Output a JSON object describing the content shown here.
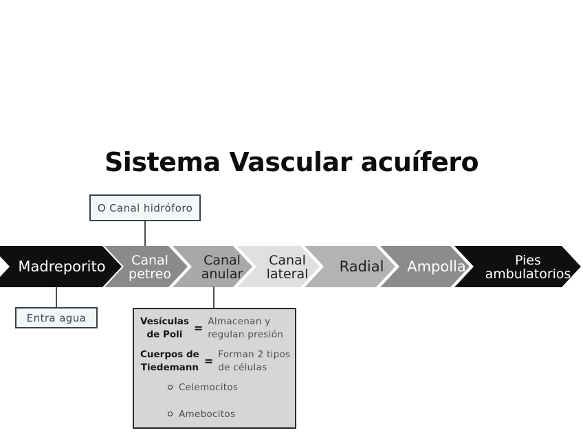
{
  "title": "Sistema Vascular acuífero",
  "callouts": {
    "hidroforo": {
      "label": "O Canal hidróforo"
    },
    "entra_agua": {
      "label": "Entra agua"
    }
  },
  "flow": {
    "steps": [
      {
        "name": "madreporito",
        "lines": [
          "Madreporito"
        ],
        "bg": "#0f0f0f",
        "fg": "#ffffff"
      },
      {
        "name": "canal-petreo",
        "lines": [
          "Canal",
          "petreo"
        ],
        "bg": "#8a8a8a",
        "fg": "#ffffff"
      },
      {
        "name": "canal-anular",
        "lines": [
          "Canal",
          "anular"
        ],
        "bg": "#a9a9a9",
        "fg": "#1f1f1f"
      },
      {
        "name": "canal-lateral",
        "lines": [
          "Canal",
          "lateral"
        ],
        "bg": "#e0e0e0",
        "fg": "#1f1f1f"
      },
      {
        "name": "radial",
        "lines": [
          "Radial"
        ],
        "bg": "#b3b3b3",
        "fg": "#1f1f1f"
      },
      {
        "name": "ampolla",
        "lines": [
          "Ampolla"
        ],
        "bg": "#8c8c8c",
        "fg": "#ffffff"
      },
      {
        "name": "pies-ambulatorios",
        "lines": [
          "Pies",
          "ambulatorios"
        ],
        "bg": "#0f0f0f",
        "fg": "#ffffff"
      }
    ]
  },
  "details": {
    "entries": [
      {
        "term_lines": [
          "Vesículas",
          "de Poli"
        ],
        "equals": "=",
        "desc_lines": [
          "Almacenan y",
          "regulan presión"
        ]
      },
      {
        "term_lines": [
          "Cuerpos de",
          "Tiedemann"
        ],
        "equals": "=",
        "desc_lines": [
          "Forman 2 tipos",
          "de células"
        ]
      }
    ],
    "bullets": [
      "Celemocitos",
      "Amebocitos"
    ]
  }
}
